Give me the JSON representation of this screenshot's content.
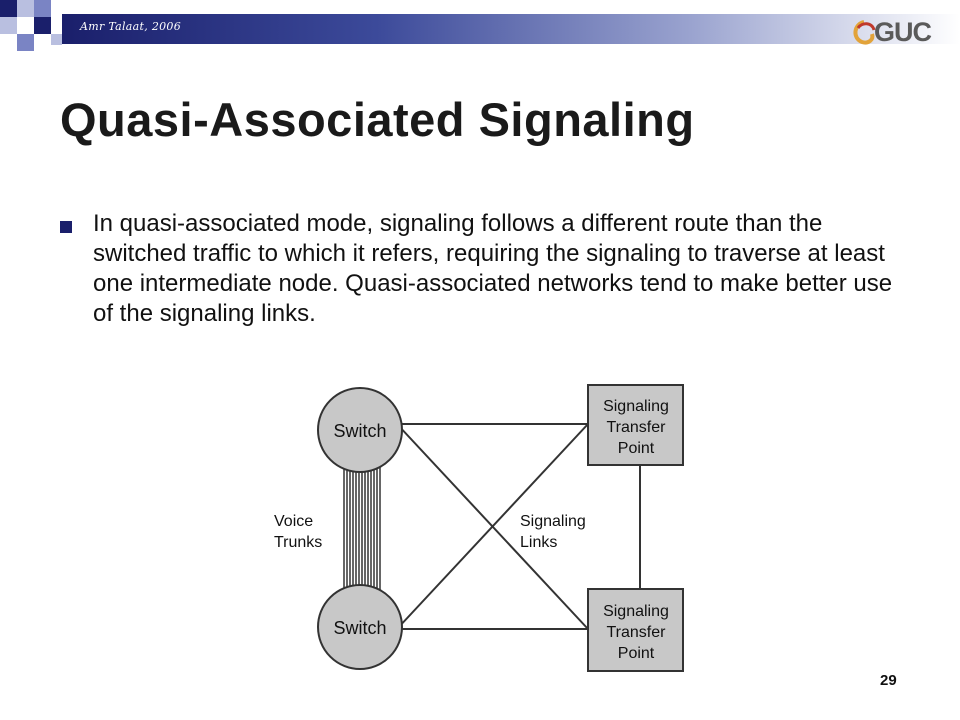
{
  "header": {
    "author": "Amr Talaat, 2006",
    "logo_text": "GUC"
  },
  "slide": {
    "title": "Quasi-Associated Signaling",
    "bullet": "In quasi-associated mode, signaling follows a different route than the switched traffic to which it refers, requiring the signaling to traverse at least one intermediate node. Quasi-associated networks tend to make better use of the signaling links.",
    "page_number": "29"
  },
  "diagram": {
    "switch_top": "Switch",
    "switch_bottom": "Switch",
    "stp_top": [
      "Signaling",
      "Transfer",
      "Point"
    ],
    "stp_bottom": [
      "Signaling",
      "Transfer",
      "Point"
    ],
    "voice_trunks": [
      "Voice",
      "Trunks"
    ],
    "signaling_links": [
      "Signaling",
      "Links"
    ]
  },
  "colors": {
    "header_dark": "#1a1f6b",
    "node_fill": "#c8c8c8",
    "stroke": "#333333"
  }
}
